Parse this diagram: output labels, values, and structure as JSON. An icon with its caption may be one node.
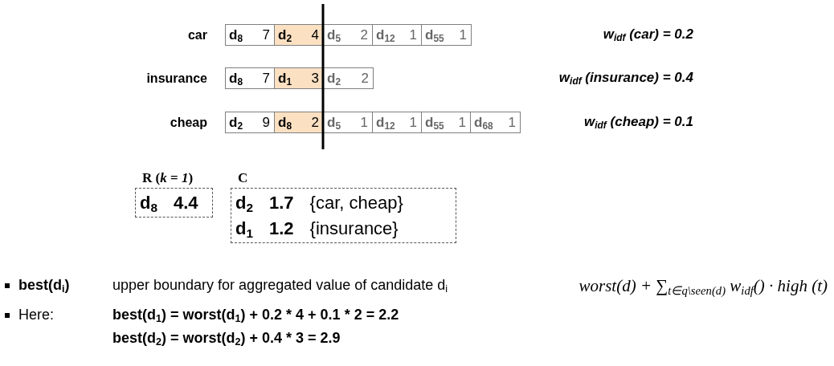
{
  "diagram": {
    "nodes": [
      {
        "text": [
          "car"
        ]
      },
      {
        "text": [
          "d$_{8}$",
          "7"
        ],
        "in": 0
      },
      {
        "text": [
          "d$_{2}$",
          "4"
        ],
        "in": 0
      },
      {
        "text": [
          "d$_{5}$",
          "2"
        ],
        "in": 0
      },
      {
        "text": [
          "d$_{12}$",
          "1"
        ],
        "in": 0
      },
      {
        "text": [
          "d$_{55}$",
          "1"
        ],
        "in": 0
      },
      {
        "text": [
          "insurance"
        ]
      },
      {
        "text": [
          "d$_{8}$",
          "7"
        ],
        "in": 6
      },
      {
        "text": [
          "d$_{1}$",
          "3"
        ],
        "in": 6
      },
      {
        "text": [
          "d$_{2}$",
          "2"
        ],
        "in": 6
      },
      {
        "text": [
          "cheap"
        ]
      },
      {
        "text": [
          "d$_{2}$",
          "9"
        ],
        "in": 10
      },
      {
        "text": [
          "d$_{8}$",
          "2"
        ],
        "in": 10
      },
      {
        "text": [
          "d$_{5}$",
          "1"
        ],
        "in": 10
      },
      {
        "text": [
          "d$_{12}$",
          "1"
        ],
        "in": 10
      },
      {
        "text": [
          "d$_{55}$",
          "1"
        ],
        "in": 10
      },
      {
        "text": [
          "d$_{68}$",
          "1"
        ],
        "in": 10
      },
      {
        "text": [
          "R (*k* = *1*)",
          "d$_{8}$",
          "4.4"
        ]
      },
      {
        "text": [
          "C",
          "d$_{2}$",
          "1.7",
          "{car, cheap}",
          "d$_{1}$",
          "1.2",
          "{insurance}"
        ]
      }
    ],
    "labels": [
      "w$_{idf}$ (car) = 0.2",
      "w$_{idf}$ (insurance) = 0.4",
      "w$_{idf}$ (cheap) = 0.1",
      "best(d$_{i}$)",
      "upper boundary for aggregated value of candidate d$_{i}$",
      "worst(d) + ∑$_{t∈q\\seen(d)}$ w$_{idf}$() · high (t)",
      "Here:",
      "best(d$_{1}$) = worst(d$_{1}$) + 0.2 * 4 + 0.1 * 2 = 2.2",
      "best(d$_{2}$) = worst(d$_{2}$) + 0.4 * 3 = 2.9"
    ]
  }
}
